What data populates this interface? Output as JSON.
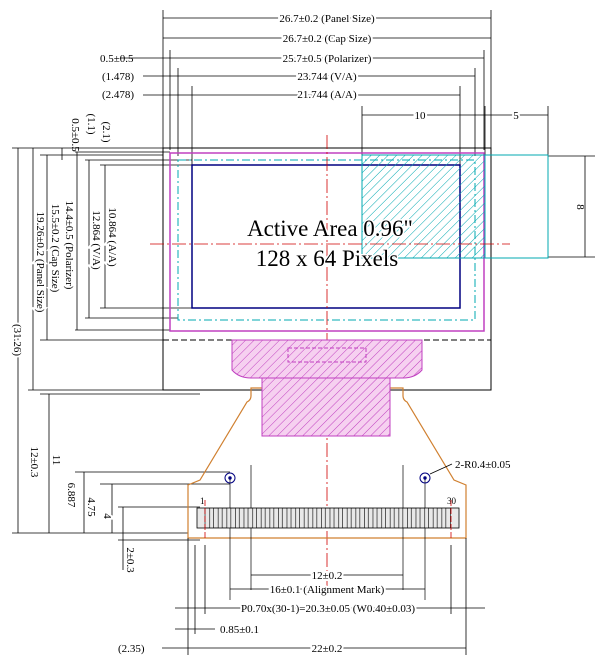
{
  "dimensions": {
    "panel_size_w": "26.7±0.2 (Panel Size)",
    "cap_size_w": "26.7±0.2 (Cap Size)",
    "offset_05": "0.5±0.5",
    "polarizer_w": "25.7±0.5 (Polarizer)",
    "offset_1478": "(1.478)",
    "va_w": "23.744 (V/A)",
    "offset_2478": "(2.478)",
    "aa_w": "21.744 (A/A)",
    "dim_10": "10",
    "dim_5": "5",
    "dim_8": "8",
    "v_offset_05": "0.5±0.5",
    "v_offset_11": "(1.1)",
    "v_offset_21": "(2.1)",
    "aa_h": "10.864 (A/A)",
    "va_h": "12.864 (V/A)",
    "polarizer_h": "14.4±0.5 (Polarizer)",
    "cap_size_h": "15.5±0.2 (Cap Size)",
    "panel_size_h": "19.26±0.2 (Panel Size)",
    "total_h": "(31.26)",
    "fpc_12": "12±0.3",
    "fpc_11": "11",
    "fpc_6887": "6.887",
    "fpc_475": "4.75",
    "fpc_4": "4",
    "fpc_2": "2±0.3",
    "hole_radius": "2-R0.4±0.05",
    "width_12": "12±0.2",
    "alignment": "16±0.1 (Alignment Mark)",
    "pitch": "P0.70x(30-1)=20.3±0.05 (W0.40±0.03)",
    "dim_085": "0.85±0.1",
    "dim_235": "(2.35)",
    "dim_22": "22±0.2"
  },
  "active_area": {
    "line1": "Active Area 0.96\"",
    "line2": "128 x 64 Pixels"
  },
  "pins": {
    "first": "1",
    "last": "30"
  },
  "colors": {
    "outline": "#000000",
    "polarizer": "#c040c0",
    "cap": "#00a8b0",
    "center": "#d00000",
    "fpc": "#d08030",
    "area": "#000080"
  }
}
